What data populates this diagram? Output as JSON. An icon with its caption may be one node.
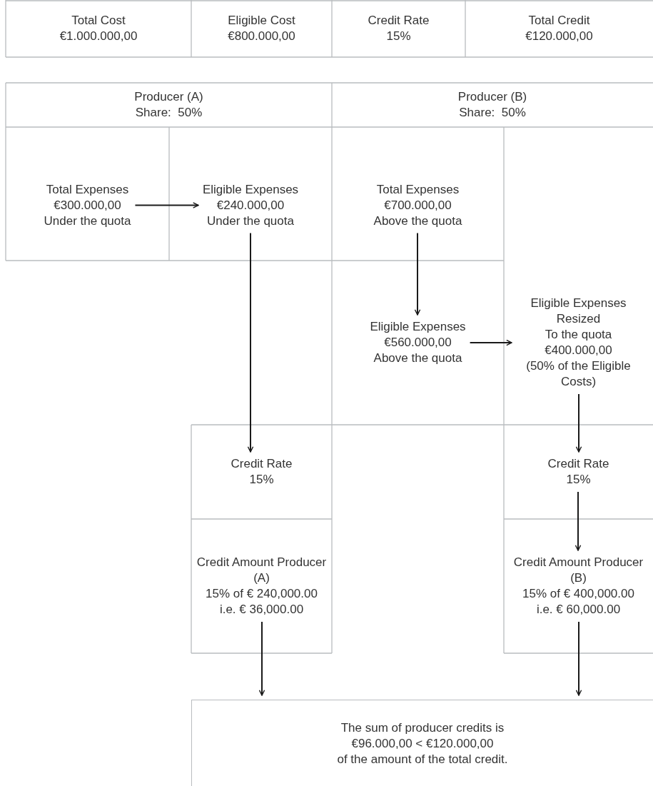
{
  "diagram": {
    "nodes": [
      {
        "text": [
          "Total Cost",
          "€1.000.000,00"
        ]
      },
      {
        "text": [
          "Eligible Cost",
          "€800.000,00"
        ]
      },
      {
        "text": [
          "Credit Rate",
          "15%"
        ]
      },
      {
        "text": [
          "Total Credit",
          "€120.000,00"
        ]
      },
      {
        "text": [
          "Producer (A)",
          "Share:  50%"
        ]
      },
      {
        "text": [
          "Producer (B)",
          "Share:  50%"
        ]
      },
      {
        "text": [
          "Total Expenses",
          "€300.000,00",
          "Under the quota"
        ]
      },
      {
        "text": [
          "Eligible Expenses",
          "€240.000,00",
          "Under the quota"
        ]
      },
      {
        "text": [
          "Total Expenses",
          "€700.000,00",
          "Above the quota"
        ]
      },
      {
        "text": [
          "Eligible Expenses",
          "€560.000,00",
          "Above the quota"
        ]
      },
      {
        "text": [
          "Eligible Expenses Resized",
          "To the quota",
          "€400.000,00",
          "(50% of the Eligible Costs)"
        ]
      },
      {
        "text": [
          "Credit Rate",
          "15%"
        ]
      },
      {
        "text": [
          "Credit Amount Producer (A)",
          "15% of € 240,000.00",
          "i.e. € 36,000.00"
        ]
      },
      {
        "text": [
          "Credit Rate",
          "15%"
        ]
      },
      {
        "text": [
          "Credit Amount Producer (B)",
          "15% of € 400,000.00",
          "i.e. € 60,000.00"
        ]
      },
      {
        "text": [
          "The sum of producer credits is",
          "€96.000,00 < €120.000,00",
          "of the amount of the total credit."
        ]
      }
    ],
    "edges": [
      {
        "from": 6,
        "to": 7,
        "arrow": "to"
      },
      {
        "from": 7,
        "to": 11,
        "arrow": "to"
      },
      {
        "from": 8,
        "to": 9,
        "arrow": "to"
      },
      {
        "from": 9,
        "to": 10,
        "arrow": "to"
      },
      {
        "from": 10,
        "to": 13,
        "arrow": "to"
      },
      {
        "from": 13,
        "to": 14,
        "arrow": "to"
      },
      {
        "from": 12,
        "to": 15,
        "arrow": "to"
      },
      {
        "from": 14,
        "to": 15,
        "arrow": "to"
      }
    ]
  }
}
